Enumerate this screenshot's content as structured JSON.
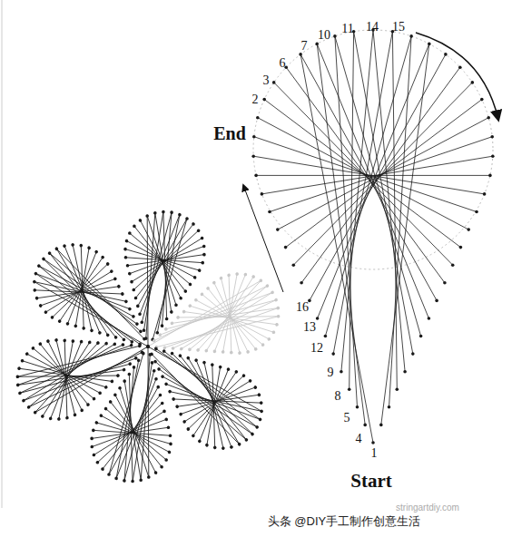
{
  "diagram": {
    "labels": [
      "1",
      "4",
      "5",
      "8",
      "9",
      "12",
      "13",
      "16",
      "2",
      "3",
      "6",
      "7",
      "10",
      "11",
      "14",
      "15",
      "End",
      "Start",
      "头条 @DIY手工制作创意生活",
      "stringartdiy.com"
    ]
  }
}
